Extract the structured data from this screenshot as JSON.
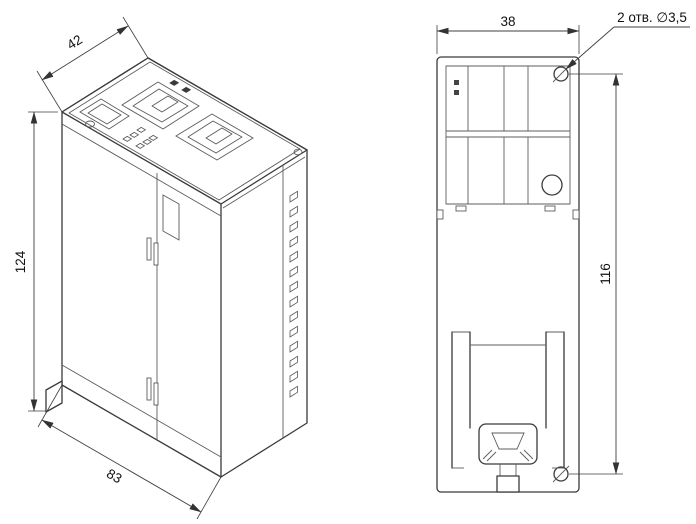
{
  "drawing": {
    "isometric_view": {
      "width_top": "42",
      "height": "124",
      "depth": "83"
    },
    "rear_view": {
      "width": "38",
      "hole_spacing": "116",
      "holes_note": "2 отв. ∅3,5"
    }
  }
}
